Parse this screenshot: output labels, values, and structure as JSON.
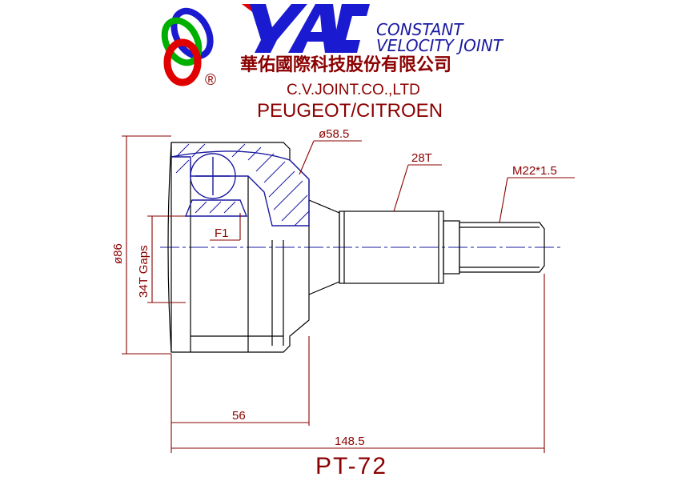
{
  "logo": {
    "wordmark": "YAC",
    "registered_mark": "®",
    "tagline_line1": "CONSTANT",
    "tagline_line2": "VELOCITY JOINT",
    "chinese_name": "華佑國際科技股份有限公司",
    "company_name": "C.V.JOINT.CO.,LTD",
    "colors": {
      "ring_red": "#e00000",
      "ring_green": "#00b000",
      "ring_blue": "#1a1ad0",
      "wordmark_blue": "#1a1ad0",
      "wordmark_red": "#e00000"
    }
  },
  "application": "PEUGEOT/CITROEN",
  "dimensions": {
    "seal_diameter": "ø58.5",
    "spline_teeth": "28T",
    "thread": "M22*1.5",
    "outer_diameter": "ø86",
    "gap_teeth": "34T Gaps",
    "flange_label": "F1",
    "bell_length": "56",
    "total_length": "148.5"
  },
  "part_number": "PT-72",
  "colors": {
    "outline": "#000000",
    "dimension": "#8b0000",
    "hatch": "#1a1aa0"
  }
}
